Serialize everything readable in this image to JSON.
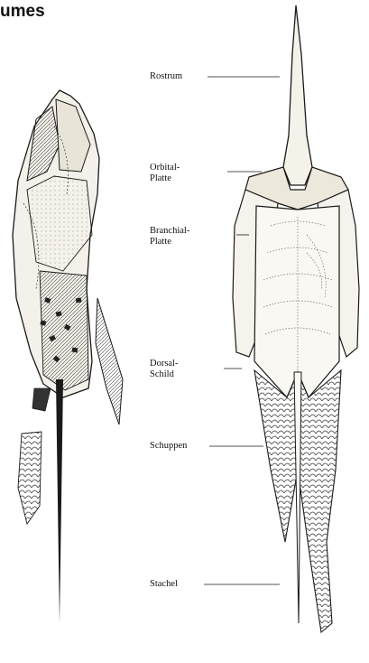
{
  "header": {
    "title": "umes"
  },
  "labels": {
    "rostrum": "Rostrum",
    "orbital_1": "Orbital-",
    "orbital_2": "Platte",
    "branchial_1": "Branchial-",
    "branchial_2": "Platte",
    "dorsal_1": "Dorsal-",
    "dorsal_2": "Schild",
    "schuppen": "Schuppen",
    "stachel": "Stachel"
  }
}
